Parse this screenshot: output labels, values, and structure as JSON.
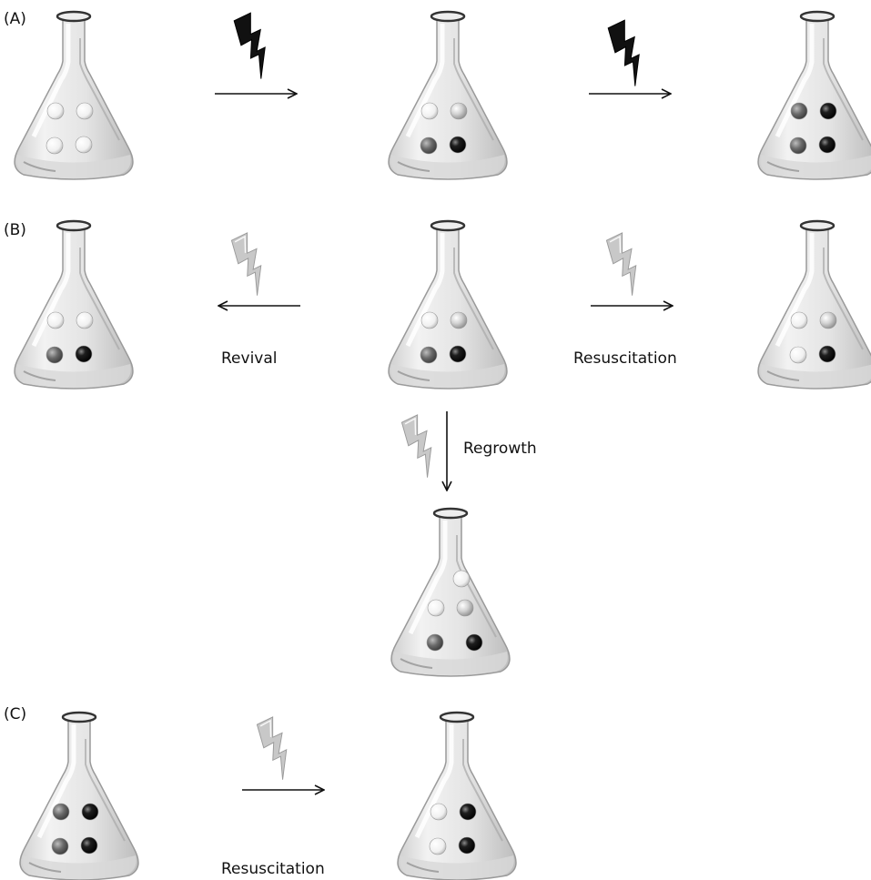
{
  "panels": {
    "a": {
      "label": "(A)"
    },
    "b": {
      "label": "(B)",
      "left_text": "Revival",
      "right_text": "Resuscitation",
      "down_text": "Regrowth"
    },
    "c": {
      "label": "(C)",
      "text": "Resuscitation"
    }
  },
  "cell_states": {
    "white": "#f2f2f2",
    "light": "#c9c9c9",
    "grey": "#6a6a6a",
    "black": "#141414"
  },
  "stress_bolt_colors": {
    "strong": "#111111",
    "mild": "#c8c8c8"
  },
  "flasks": [
    {
      "id": "a1",
      "cells": [
        "white",
        "white",
        "white",
        "white"
      ]
    },
    {
      "id": "a2",
      "cells": [
        "white",
        "light",
        "grey",
        "black"
      ]
    },
    {
      "id": "a3",
      "cells": [
        "grey",
        "black",
        "grey",
        "black"
      ]
    },
    {
      "id": "b-left",
      "cells": [
        "white",
        "white",
        "grey",
        "black"
      ]
    },
    {
      "id": "b-center",
      "cells": [
        "white",
        "light",
        "grey",
        "black"
      ]
    },
    {
      "id": "b-right",
      "cells": [
        "white",
        "light",
        "white",
        "black"
      ]
    },
    {
      "id": "b-down",
      "cells": [
        "white",
        "white",
        "light",
        "grey",
        "black"
      ]
    },
    {
      "id": "c1",
      "cells": [
        "grey",
        "black",
        "grey",
        "black"
      ]
    },
    {
      "id": "c2",
      "cells": [
        "white",
        "black",
        "white",
        "black"
      ]
    }
  ],
  "arrows": [
    {
      "id": "a-1",
      "direction": "right",
      "stress": "strong"
    },
    {
      "id": "a-2",
      "direction": "right",
      "stress": "strong"
    },
    {
      "id": "b-left",
      "direction": "left",
      "stress": "mild"
    },
    {
      "id": "b-right",
      "direction": "right",
      "stress": "mild"
    },
    {
      "id": "b-down",
      "direction": "down",
      "stress": "mild"
    },
    {
      "id": "c-1",
      "direction": "right",
      "stress": "mild"
    }
  ]
}
